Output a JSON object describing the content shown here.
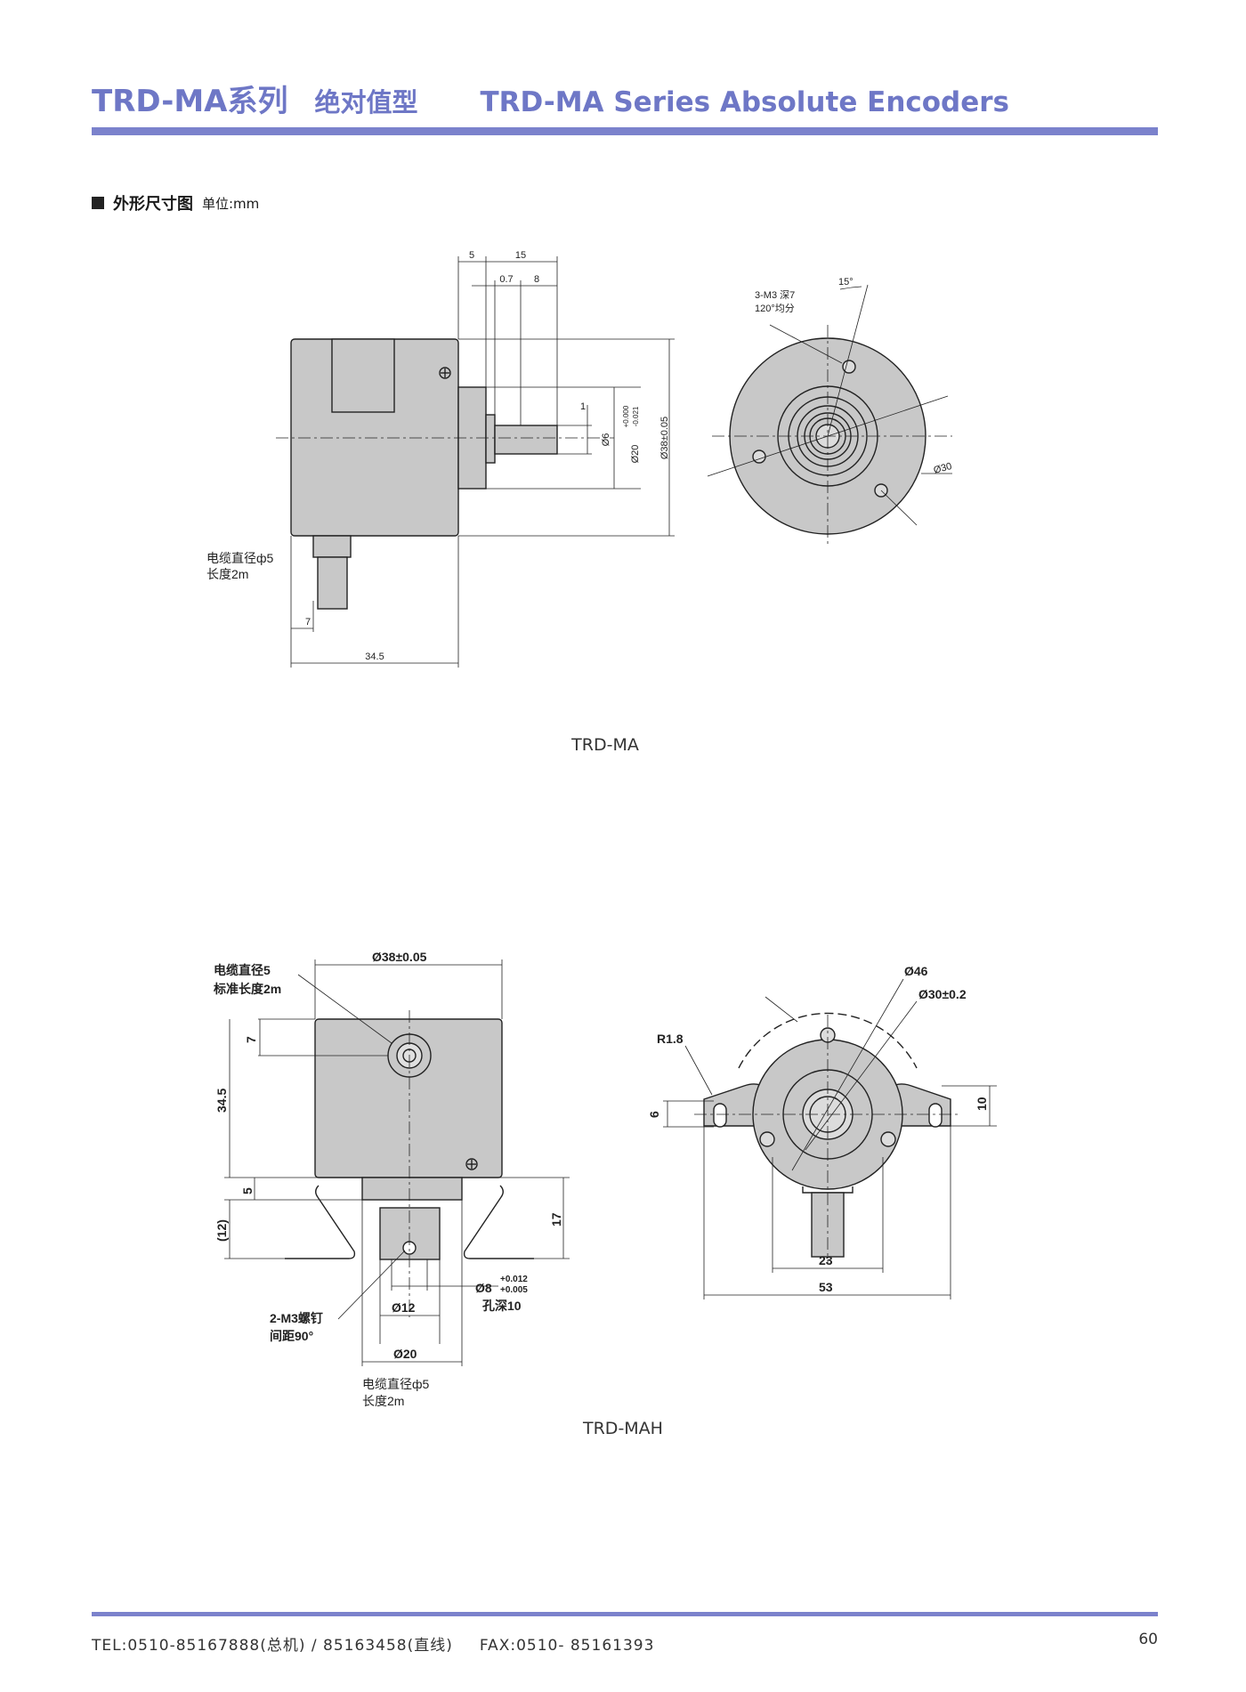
{
  "header": {
    "series_cn": "TRD-MA系列",
    "type_cn": "绝对值型",
    "title_en": "TRD-MA Series Absolute  Encoders"
  },
  "section": {
    "title": "外形尺寸图",
    "unit": "单位:mm"
  },
  "drawing_ma": {
    "caption": "TRD-MA",
    "dims": {
      "d5": "5",
      "d15": "15",
      "d07": "0.7",
      "d8": "8",
      "d1": "1",
      "phi6": "Ø6",
      "tol_upper": "+0.000",
      "tol_lower": "-0.021",
      "phi20": "Ø20",
      "phi38": "Ø38±0.05",
      "d7": "7",
      "d345": "34.5",
      "angle15": "15°",
      "holes_l1": "3-M3 深7",
      "holes_l2": "120°均分",
      "phi30": "Ø30"
    },
    "cable_l1": "电缆直径ф5",
    "cable_l2": "长度2m"
  },
  "drawing_mah": {
    "caption": "TRD-MAH",
    "dims": {
      "phi38": "Ø38±0.05",
      "cable_l1": "电缆直径5",
      "cable_l2": "标准长度2m",
      "d7": "7",
      "d345": "34.5",
      "d5": "5",
      "d12p": "(12)",
      "d17": "17",
      "phi8": "Ø8",
      "tol_upper": "+0.012",
      "tol_lower": "+0.005",
      "hole_depth": "孔深10",
      "screw_l1": "2-M3螺钉",
      "screw_l2": "间距90°",
      "phi12": "Ø12",
      "phi20": "Ø20",
      "phi46": "Ø46",
      "phi30": "Ø30±0.2",
      "r18": "R1.8",
      "d6": "6",
      "d10": "10",
      "d23": "23",
      "d53": "53"
    },
    "cable_l1": "电缆直径ф5",
    "cable_l2": "长度2m"
  },
  "footer": {
    "tel": "TEL:0510-85167888(总机) / 85163458(直线)",
    "fax": "FAX:0510- 85161393",
    "page": "60"
  }
}
